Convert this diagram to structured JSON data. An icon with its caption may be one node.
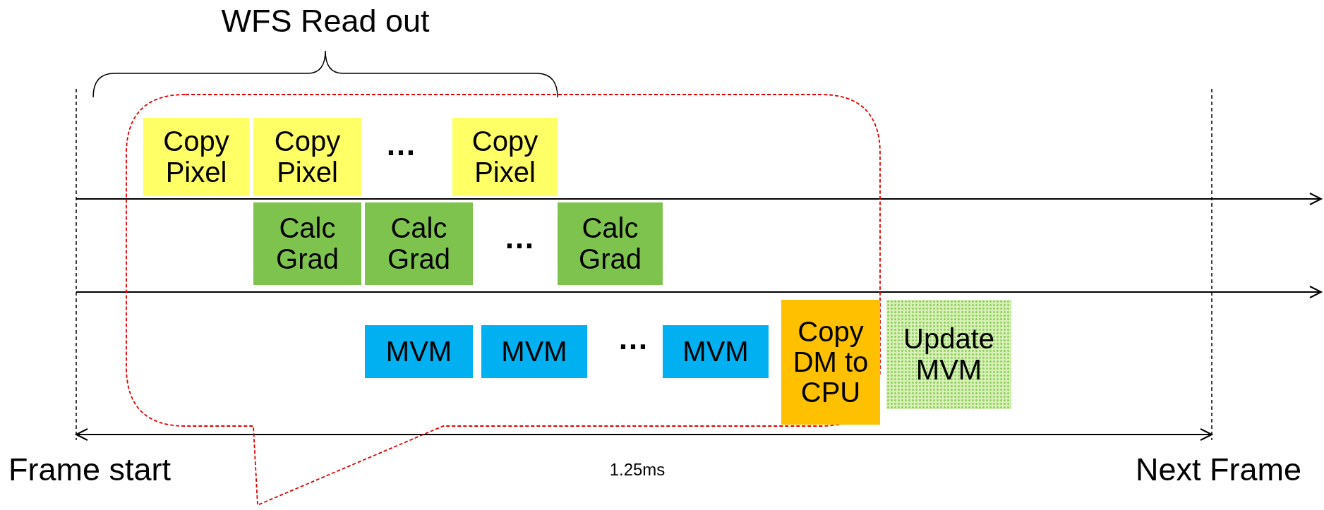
{
  "diagram": {
    "nodes": [
      {
        "text": [
          "Copy Pixel"
        ]
      },
      {
        "text": [
          "Copy Pixel"
        ]
      },
      {
        "text": [
          "Copy Pixel"
        ]
      },
      {
        "text": [
          "Calc Grad"
        ]
      },
      {
        "text": [
          "Calc Grad"
        ]
      },
      {
        "text": [
          "Calc Grad"
        ]
      },
      {
        "text": [
          "MVM"
        ]
      },
      {
        "text": [
          "MVM"
        ]
      },
      {
        "text": [
          "MVM"
        ]
      },
      {
        "text": [
          "Copy DM to CPU"
        ]
      },
      {
        "text": [
          "Update MVM"
        ]
      }
    ],
    "edges": [],
    "labels": [
      "WFS Read out",
      "…",
      "…",
      "…",
      "Frame start",
      "1.25ms",
      "Next Frame"
    ]
  }
}
